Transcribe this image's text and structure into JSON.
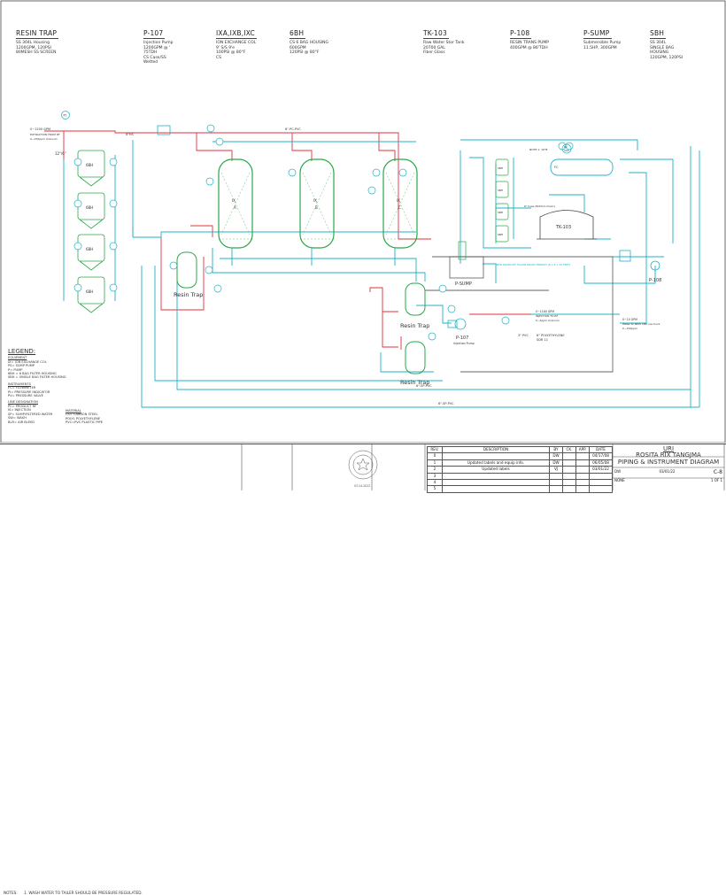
{
  "header": [
    {
      "title": "RESIN TRAP",
      "lines": [
        "SS 304L Housing",
        "1200GPM, 120PSI",
        "80MESH SS SCREEN"
      ]
    },
    {
      "title": "P-107",
      "lines": [
        "Injection Pump",
        "1200GPM @ '",
        "75TDH",
        "CS Case/SS",
        "Wetted"
      ]
    },
    {
      "title": "IXA,IXB,IXC",
      "lines": [
        "ION EXCHANGE COL",
        "9' S/S 9'e",
        "100PSI @ 80°F",
        "CS"
      ]
    },
    {
      "title": "6BH",
      "lines": [
        "CS 6 BAG HOUSING",
        "600GPM",
        "120PSI @ 80°F"
      ]
    },
    {
      "title": "TK-103",
      "lines": [
        "Raw Water Stor Tank",
        "20700 GAL",
        "Fiber Glass"
      ]
    },
    {
      "title": "P-108",
      "lines": [
        "RESIN TRANS PUMP",
        "400GPM @ 86'TDH"
      ]
    },
    {
      "title": "P-SUMP",
      "lines": [
        "Submersible Pump",
        "11.5HP, 300GPM"
      ]
    },
    {
      "title": "SBH",
      "lines": [
        "SS 304L",
        "SINGLE BAG",
        "HOUSING",
        "120GPM, 120PSI"
      ]
    }
  ],
  "diagram": {
    "top_line_label": "6\"-PC-PVC",
    "lower_line_label": "6\"-SP-PVC",
    "bottom_line_label": "6\"-SP-PVC",
    "extraction_label": "EXTRACTION FROM RF",
    "extraction_flow": "0~1200 GPM",
    "extraction_spec": "0~150ppm\nUranium",
    "inlet_size": "12\"/6\"",
    "pipe_6": "6\"HS",
    "bag_labels": [
      "6BH",
      "6BH",
      "6BH",
      "6BH"
    ],
    "ix_labels": [
      {
        "name": "IX",
        "letter": "A"
      },
      {
        "name": "IX",
        "letter": "B"
      },
      {
        "name": "IX",
        "letter": "C"
      }
    ],
    "resin_trap_labels": [
      "Resin Trap",
      "Resin Trap",
      "Resin Trap"
    ],
    "tank_label": "TK-103",
    "sump_label": "P-SUMP",
    "pump_107_label": "P-107",
    "pump_107_sub": "Injection Pump",
    "pump_108_label": "P-108",
    "injection_flow": "0~1180 GPM",
    "injection_label": "INJECTION TO RF",
    "injection_spec": "0~2ppm\nUranium",
    "sbh_labels": [
      "SBH",
      "SBH",
      "SBH",
      "SBH"
    ],
    "sbh_note": "NOTE 1: 16\"B",
    "resin_flow": "0~10 GPM",
    "resin_label": "Water to NEW CBD via truck",
    "resin_spec": "0~150ppm",
    "fc_label": "FC",
    "pi": "PI",
    "pv_label": "PV",
    "pv_num": "102",
    "pvc_3": "3\" PVC",
    "poly_6": "6\" POLYETHYLENE",
    "sdr": "SDR 11",
    "cb_label": "6\" hose (Bottom Drain)",
    "sump_note": "NEW DRAIN PIT\nFLOOR DRAIN TRENCH\n(6 x 6 x 10 FEET)"
  },
  "legend": {
    "title": "LEGEND:",
    "equipment_head": "EQUIPMENT",
    "equipment": [
      "IX= ION EXCHANGE COL",
      "PS= SUMP PUMP",
      "P= PUMP",
      "6BH = 6 BAG FILTER HOUSING",
      "SBH = SINGLE BAG FILTER HOUSING"
    ],
    "instruments_head": "INSTRUMENTS",
    "instruments": [
      "FC= FLOWMETER",
      "PI= PRESSURE INDICATOR",
      "PV= PRESSURE VALVE"
    ],
    "lines_head": "LINE DESIGNATION",
    "lines": [
      "PC= PRODUCT RF",
      "IS= INJECTION",
      "SP= SUMP/FILTERED WATER",
      "SW= WASH",
      "BLR= AIR BLEED"
    ],
    "material_head": "MATERIAL",
    "material": [
      "CS= CARBON STEEL",
      "POLYL POLYETHYLENE",
      "PVC=PVC PLASTIC PIPE"
    ]
  },
  "titleblock": {
    "notes_head": "NOTES:",
    "notes": [
      "1. WASH WATER TO TAILER SHOULD BE PRESSURE REGULATED."
    ],
    "rev_headers": [
      "REV.",
      "DESCRIPTION",
      "BY",
      "CK.",
      "APP.",
      "DATE"
    ],
    "rev_rows": [
      [
        "0",
        "",
        "DW",
        "",
        "",
        "04/17/08"
      ],
      [
        "1",
        "Updated labels and equip info.",
        "DW",
        "",
        "",
        "06/05/08"
      ],
      [
        "2",
        "Updated labels",
        "VJ",
        "",
        "",
        "03/01/22"
      ],
      [
        "3",
        "",
        "",
        "",
        "",
        ""
      ],
      [
        "4",
        "",
        "",
        "",
        "",
        ""
      ],
      [
        "5",
        "",
        "",
        "",
        "",
        ""
      ]
    ],
    "company": "URI",
    "project": "ROSITA RIX TANGJMA",
    "drawing_title": "PIPING & INSTRUMENT DIAGRAM",
    "drawn": "DW",
    "date": "03/01/22",
    "dwg_no": "C-8",
    "sheet": "1 OF 1",
    "scale": "NONE",
    "seal_date": "03.24.2022"
  }
}
